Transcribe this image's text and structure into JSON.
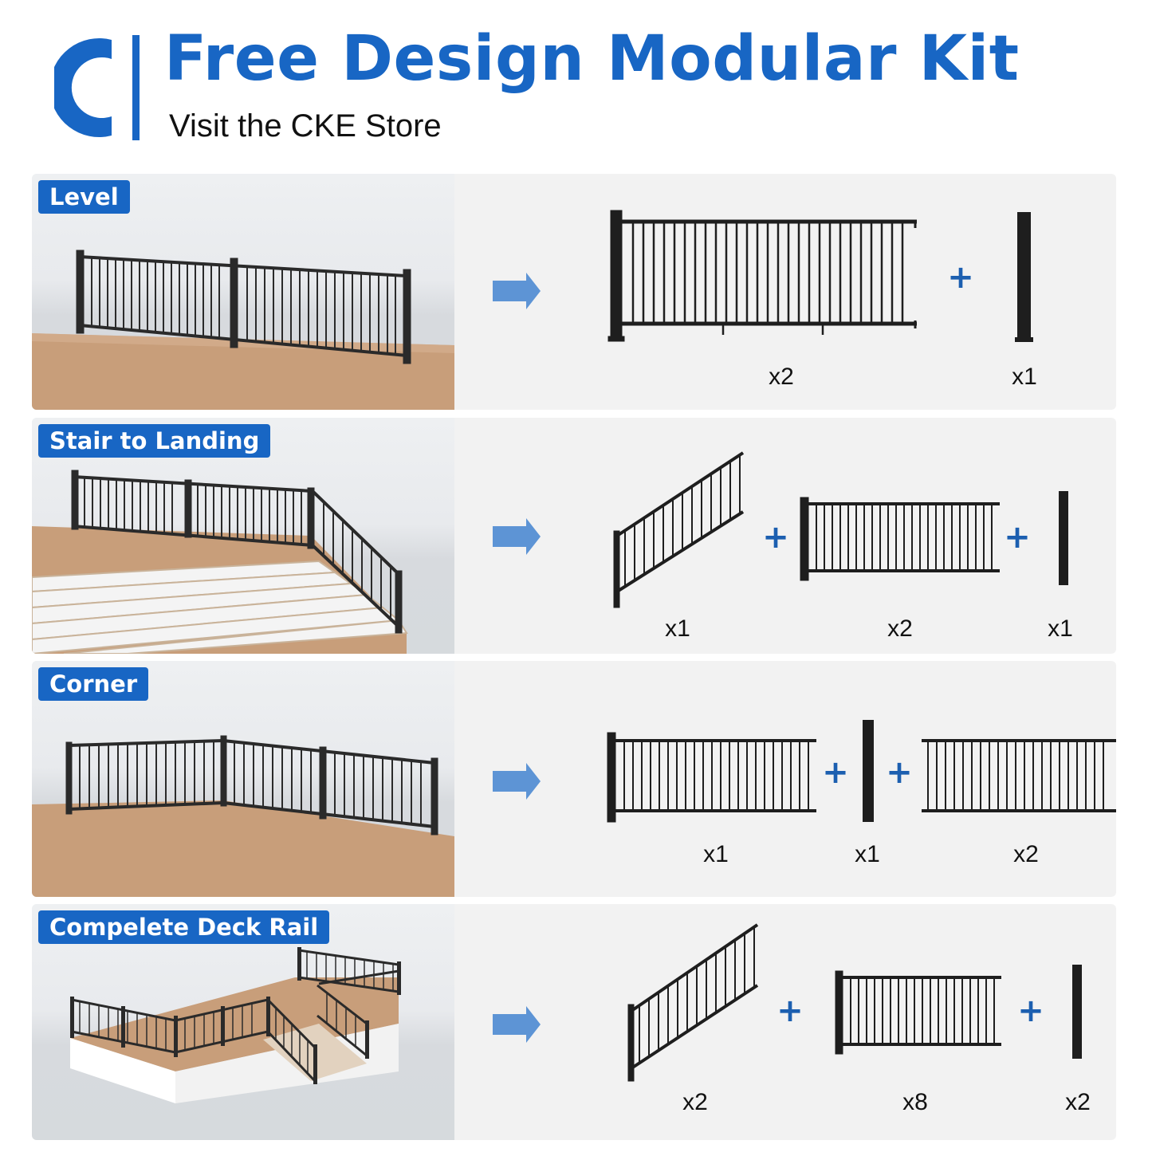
{
  "header": {
    "title": "Free Design Modular Kit",
    "subtitle": "Visit the CKE Store",
    "brand_color": "#1866c4"
  },
  "panels": [
    {
      "label": "Level",
      "quantities": [
        "x2",
        "x1"
      ]
    },
    {
      "label": "Stair to Landing",
      "quantities": [
        "x1",
        "x2",
        "x1"
      ]
    },
    {
      "label": "Corner",
      "quantities": [
        "x1",
        "x1",
        "x2"
      ]
    },
    {
      "label": "Compelete Deck Rail",
      "quantities": [
        "x2",
        "x8",
        "x2"
      ]
    }
  ],
  "icons": {
    "arrow": "right-arrow-icon",
    "plus": "plus-icon"
  }
}
